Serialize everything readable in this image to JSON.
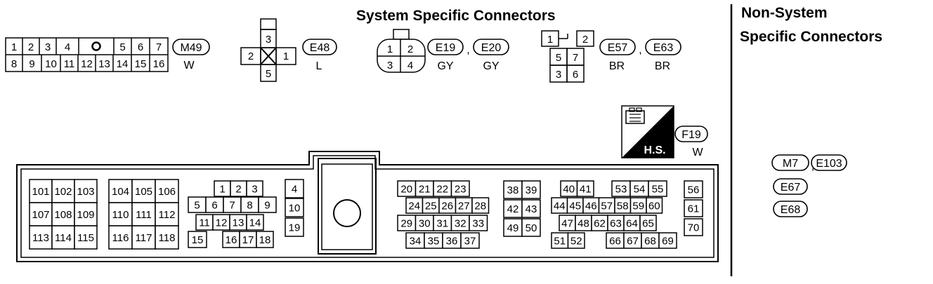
{
  "headers": {
    "system_specific": "System Specific Connectors",
    "non_system_line1": "Non-System",
    "non_system_line2": "Specific Connectors"
  },
  "connectors": {
    "m49": {
      "row1": [
        "1",
        "2",
        "3",
        "4",
        "5",
        "6",
        "7"
      ],
      "row2": [
        "8",
        "9",
        "10",
        "11",
        "12",
        "13",
        "14",
        "15",
        "16"
      ],
      "ids": [
        "M49"
      ],
      "colors": [
        "W"
      ]
    },
    "e48": {
      "pins": [
        "3",
        "2",
        "1",
        "5"
      ],
      "ids": [
        "E48"
      ],
      "colors": [
        "L"
      ]
    },
    "e19_e20": {
      "pins": [
        "1",
        "2",
        "3",
        "4"
      ],
      "ids": [
        "E19",
        "E20"
      ],
      "colors": [
        "GY",
        "GY"
      ]
    },
    "e57_e63": {
      "pins": [
        "1",
        "2",
        "5",
        "7",
        "3",
        "6"
      ],
      "ids": [
        "E57",
        "E63"
      ],
      "colors": [
        "BR",
        "BR"
      ]
    },
    "f19": {
      "badge": "H.S.",
      "ids": [
        "F19"
      ],
      "colors": [
        "W"
      ],
      "groups": [
        [
          "101",
          "102",
          "103",
          "107",
          "108",
          "109",
          "113",
          "114",
          "115"
        ],
        [
          "104",
          "105",
          "106",
          "110",
          "111",
          "112",
          "116",
          "117",
          "118"
        ],
        [
          "1",
          "2",
          "3",
          "5",
          "6",
          "7",
          "8",
          "9",
          "11",
          "12",
          "13",
          "14",
          "15",
          "16",
          "17",
          "18"
        ],
        [
          "4",
          "10",
          "19"
        ],
        [
          "20",
          "21",
          "22",
          "23",
          "24",
          "25",
          "26",
          "27",
          "28",
          "29",
          "30",
          "31",
          "32",
          "33",
          "34",
          "35",
          "36",
          "37"
        ],
        [
          "38",
          "39",
          "42",
          "43",
          "49",
          "50"
        ],
        [
          "40",
          "41",
          "53",
          "54",
          "55",
          "44",
          "45",
          "46",
          "57",
          "58",
          "59",
          "60",
          "47",
          "48",
          "62",
          "63",
          "64",
          "65",
          "51",
          "52",
          "66",
          "67",
          "68",
          "69"
        ],
        [
          "56",
          "61",
          "70"
        ]
      ]
    }
  },
  "non_system": {
    "ids": [
      "M7",
      "E103",
      "E67",
      "E68"
    ],
    "separator": ","
  }
}
